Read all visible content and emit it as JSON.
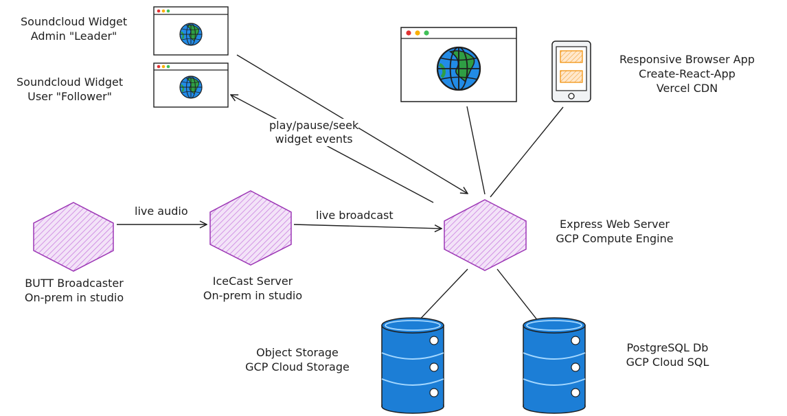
{
  "nodes": {
    "widget_admin": {
      "lines": [
        "Soundcloud Widget",
        "Admin \"Leader\""
      ]
    },
    "widget_user": {
      "lines": [
        "Soundcloud Widget",
        "User \"Follower\""
      ]
    },
    "browser_app": {
      "lines": [
        "Responsive Browser App",
        "Create-React-App",
        "Vercel CDN"
      ]
    },
    "butt": {
      "lines": [
        "BUTT Broadcaster",
        "On-prem in studio"
      ]
    },
    "icecast": {
      "lines": [
        "IceCast Server",
        "On-prem in studio"
      ]
    },
    "express": {
      "lines": [
        "Express Web Server",
        "GCP Compute Engine"
      ]
    },
    "object_storage": {
      "lines": [
        "Object Storage",
        "GCP Cloud Storage"
      ]
    },
    "postgres": {
      "lines": [
        "PostgreSQL Db",
        "GCP Cloud SQL"
      ]
    }
  },
  "edges": {
    "live_audio": "live audio",
    "live_broadcast": "live broadcast",
    "widget_events": [
      "play/pause/seek",
      "widget events"
    ]
  },
  "colors": {
    "stroke": "#1e1e1e",
    "hex_fill": "#e6c6f0",
    "hex_stroke": "#9c36b5",
    "db_fill": "#1c7ed6",
    "globe_water": "#228be6",
    "globe_land": "#2f9e44",
    "phone_card": "#ffd8a8",
    "phone_card_stroke": "#f08c00",
    "dot_red": "#e03131",
    "dot_yellow": "#fab005",
    "dot_green": "#40c057"
  }
}
